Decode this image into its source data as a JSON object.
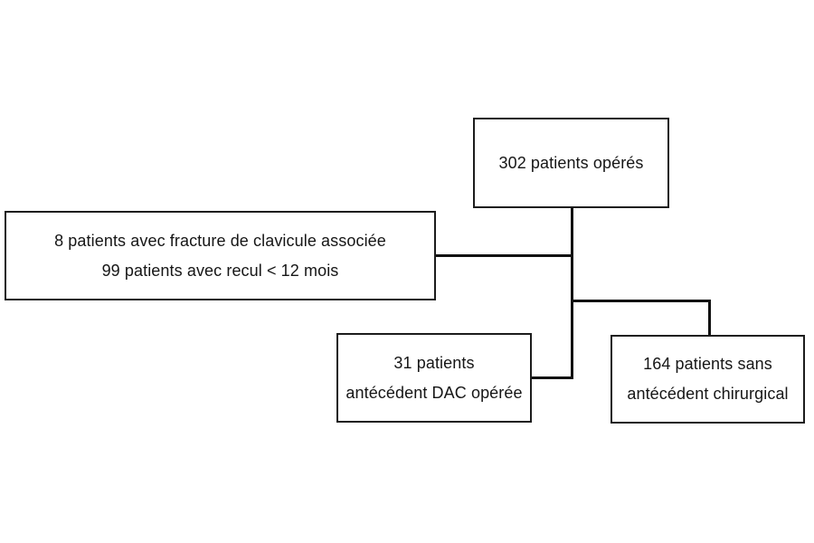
{
  "diagram": {
    "type": "flowchart",
    "background_color": "#ffffff",
    "box_border_color": "#1c1c1c",
    "connector_color": "#111111",
    "text_color": "#161616",
    "nodes": {
      "root": {
        "id": "root",
        "lines": [
          "302 patients opérés"
        ]
      },
      "excluded": {
        "id": "excluded",
        "lines": [
          "8 patients avec fracture de clavicule associée",
          "99 patients avec recul < 12 mois"
        ]
      },
      "dac": {
        "id": "dac",
        "lines": [
          "31 patients",
          "antécédent DAC opérée"
        ]
      },
      "no_surgery": {
        "id": "no_surgery",
        "lines": [
          "164 patients sans",
          "antécédent chirurgical"
        ]
      }
    },
    "edges": [
      {
        "from": "root",
        "to": "excluded"
      },
      {
        "from": "root",
        "to": "dac"
      },
      {
        "from": "root",
        "to": "no_surgery"
      }
    ]
  }
}
